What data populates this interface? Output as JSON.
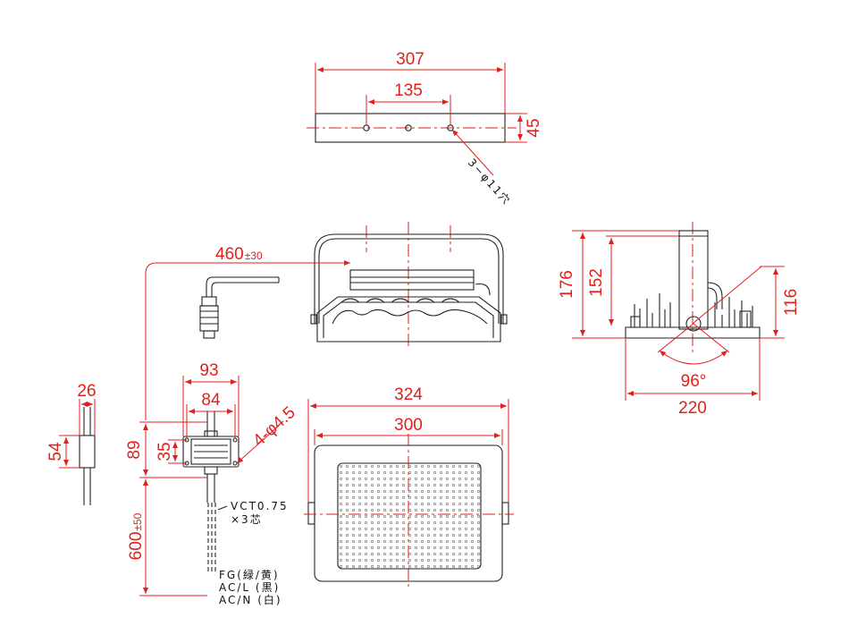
{
  "dimensions": {
    "bracket_width": "307",
    "bracket_hole_pitch": "135",
    "bracket_height": "45",
    "bracket_holes": "3−φ11穴",
    "cable_length_top": "460",
    "cable_length_top_tol": "±30",
    "side_height_total": "176",
    "side_height_mid": "152",
    "side_height_right": "116",
    "tilt_angle": "96°",
    "side_depth": "220",
    "box_width_outer": "93",
    "box_width_inner": "84",
    "box_holes": "4-φ4.5",
    "box_height": "35",
    "box_height_overall": "89",
    "connector_width": "26",
    "connector_length": "54",
    "cable_length_bottom": "600",
    "cable_length_bottom_tol": "±50",
    "front_width_outer": "324",
    "front_width_inner": "300"
  },
  "notes": {
    "cable_spec_line1": "VCT0.75",
    "cable_spec_line2": "×3芯",
    "wire_fg": "FG(緑/黄)",
    "wire_acl": "AC/L (黒)",
    "wire_acn": "AC/N (白)"
  },
  "colors": {
    "dimension": "#e0201c",
    "outline": "#222222"
  }
}
